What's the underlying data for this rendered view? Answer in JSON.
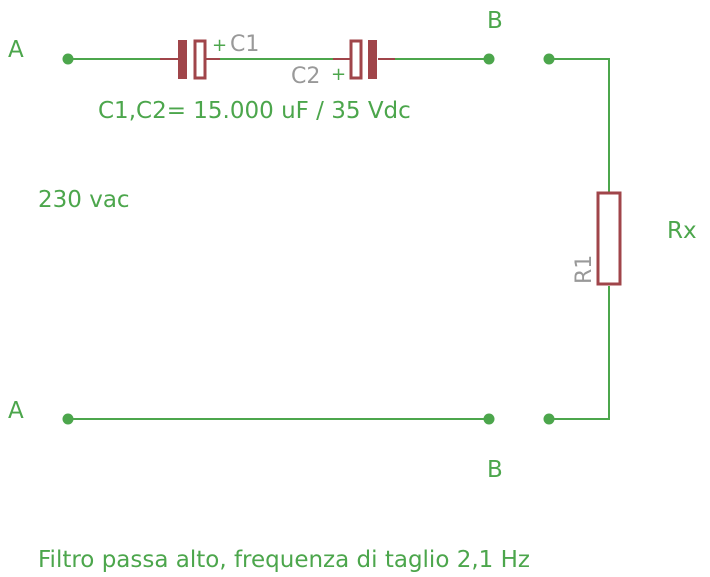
{
  "terminals": {
    "a_top": "A",
    "a_bottom": "A",
    "b_top": "B",
    "b_bottom": "B"
  },
  "components": {
    "c1": {
      "name": "C1",
      "polarity": "+"
    },
    "c2": {
      "name": "C2",
      "polarity": "+"
    },
    "r1": {
      "name": "R1"
    }
  },
  "labels": {
    "capacitor_spec": "C1,C2= 15.000 uF / 35 Vdc",
    "input_voltage": "230 vac",
    "load": "Rx",
    "caption": "Filtro passa alto, frequenza di taglio 2,1 Hz"
  },
  "colors": {
    "wire": "#4ca64c",
    "component": "#a0454a",
    "component_name": "#999999"
  }
}
